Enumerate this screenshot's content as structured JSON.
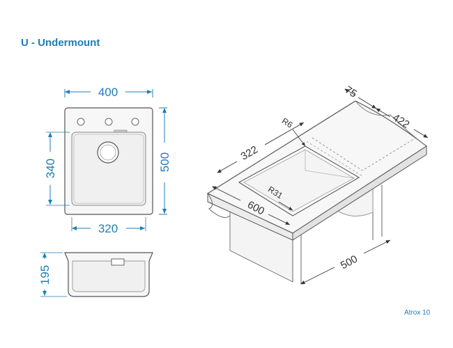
{
  "title": "U - Undermount",
  "model": "Atrox 10",
  "colors": {
    "accent": "#1f7db6",
    "line": "#555555",
    "fill": "#f5f5f5"
  },
  "dimensions": {
    "top_width": "400",
    "side_height": "500",
    "bowl_height": "340",
    "bowl_width": "320",
    "depth": "195",
    "iso_depth_top": "75",
    "iso_depth": "422",
    "iso_corner": "R6",
    "iso_inner_width": "322",
    "iso_radius": "R31",
    "iso_width": "600",
    "iso_cabinet": "500"
  }
}
